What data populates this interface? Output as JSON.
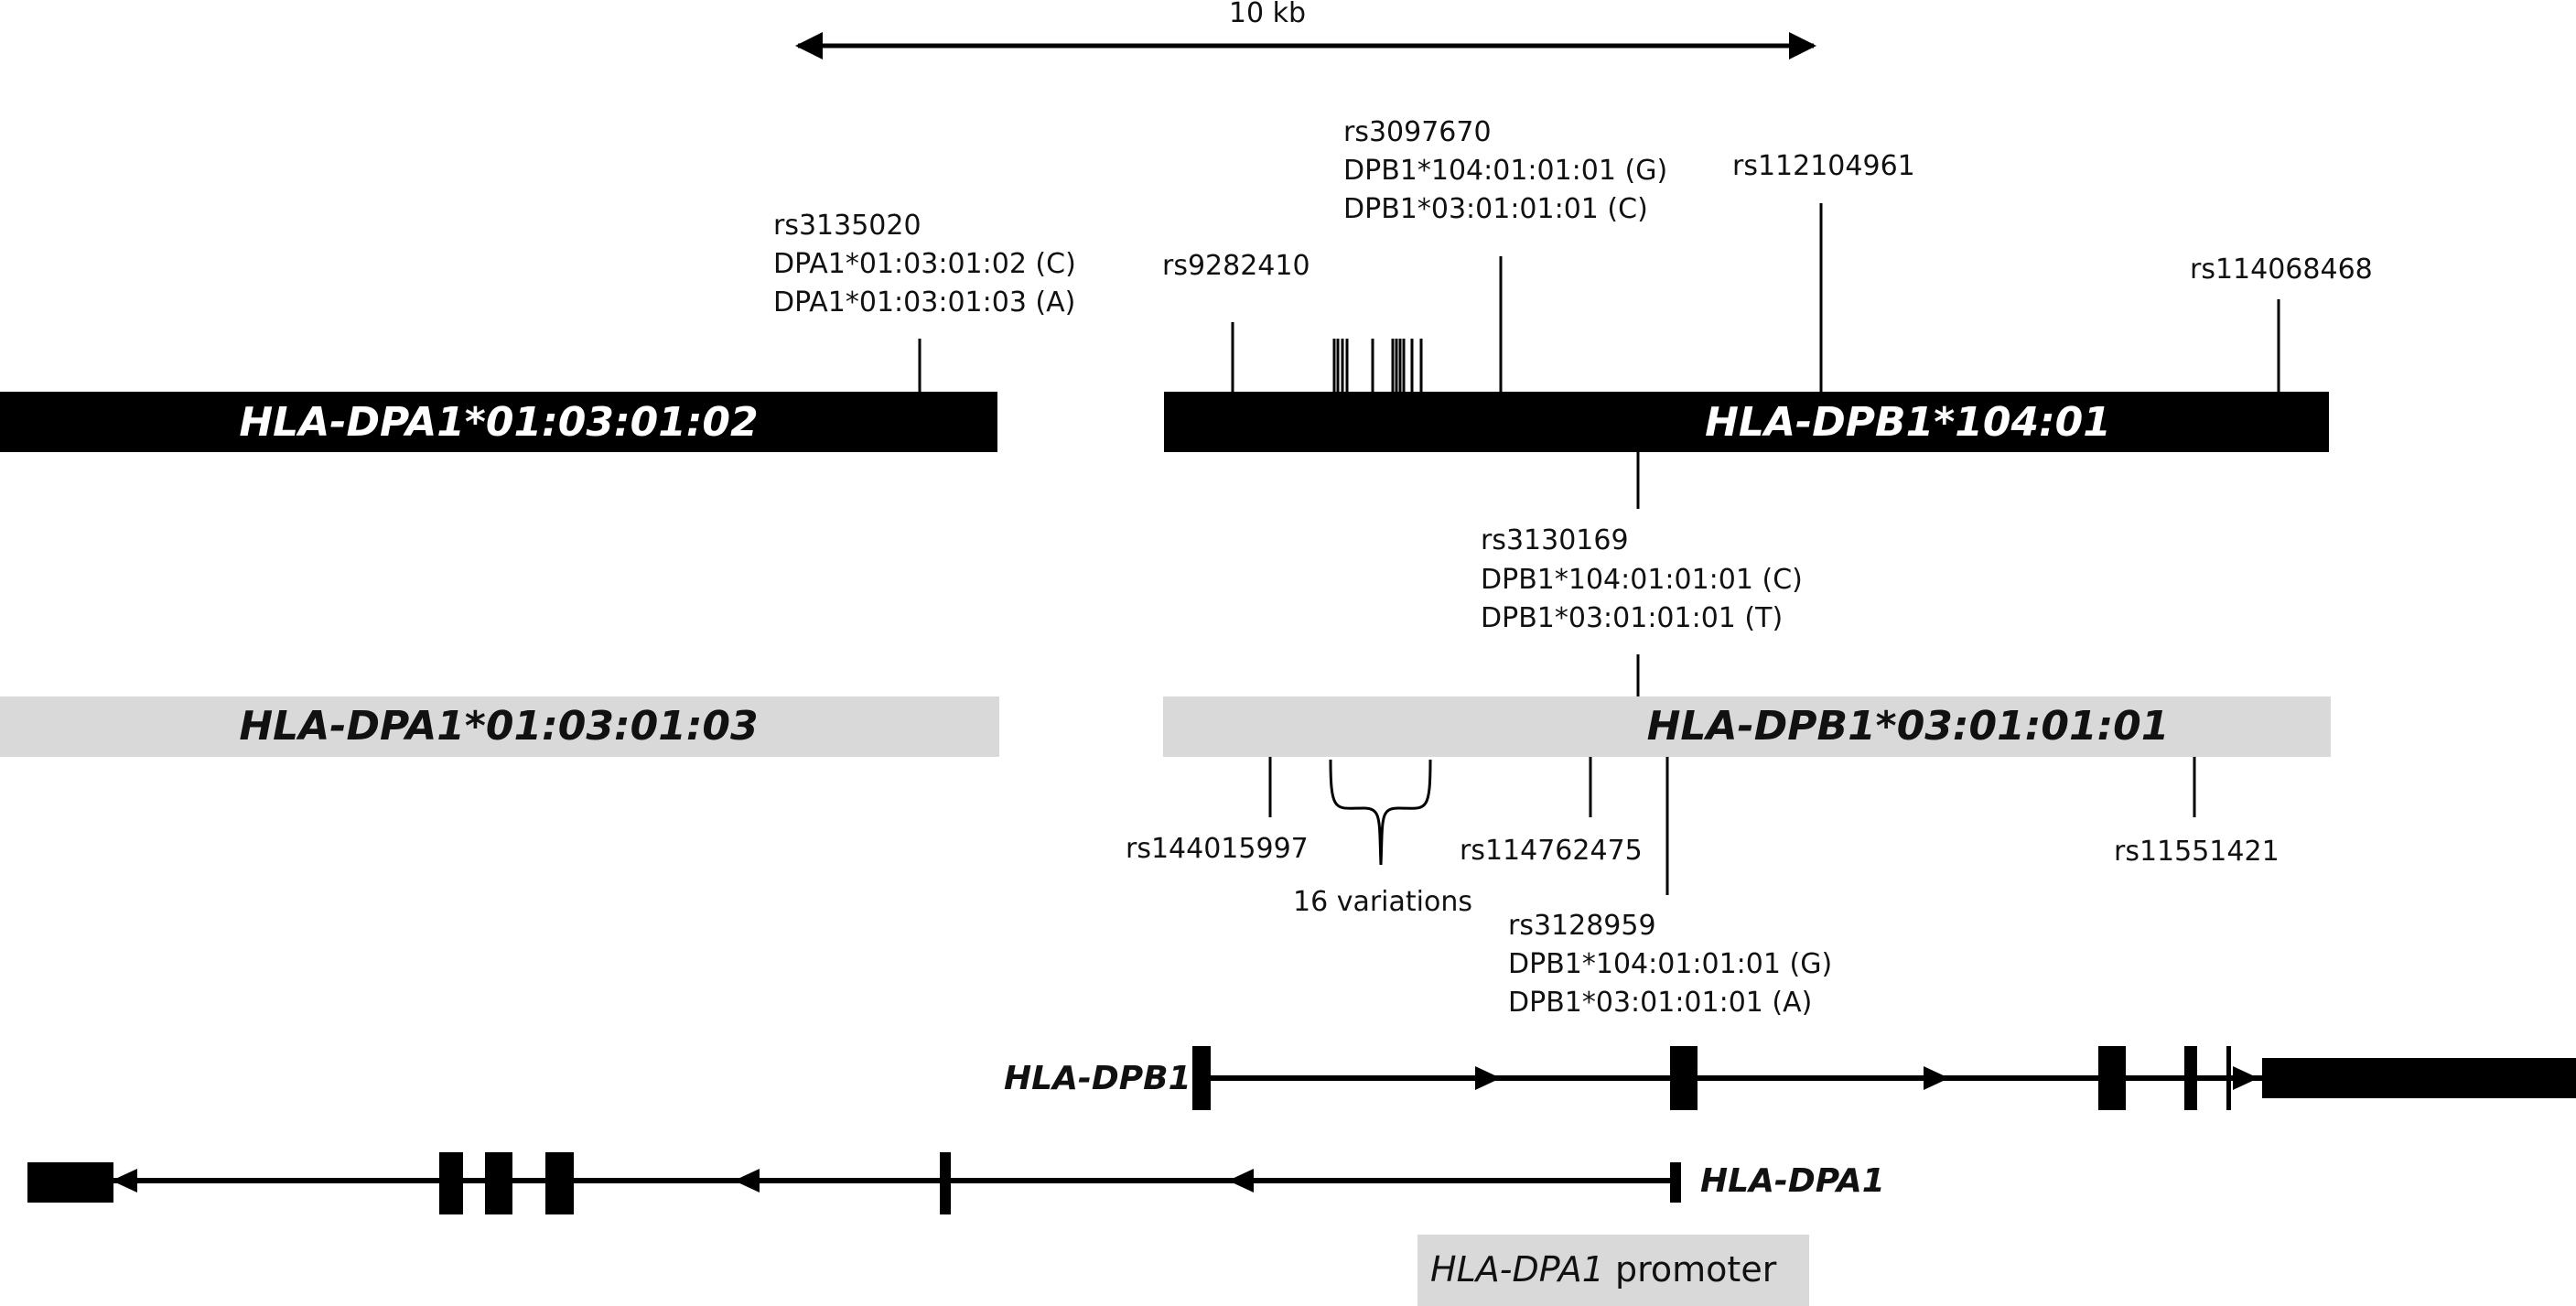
{
  "scale_bar": {
    "label": "10 kb"
  },
  "haplotype_bars": [
    {
      "id": "dpa1-01-03-01-02",
      "label": "HLA-DPA1*01:03:01:02",
      "fill": "#000000",
      "text_color": "#ffffff"
    },
    {
      "id": "dpb1-104-01",
      "label": "HLA-DPB1*104:01",
      "fill": "#000000",
      "text_color": "#ffffff"
    },
    {
      "id": "dpa1-01-03-01-03",
      "label": "HLA-DPA1*01:03:01:03",
      "fill": "#d9d9d9",
      "text_color": "#111111"
    },
    {
      "id": "dpb1-03-01-01-01",
      "label": "HLA-DPB1*03:01:01:01",
      "fill": "#d9d9d9",
      "text_color": "#111111"
    }
  ],
  "snp_labels": {
    "rs3135020": [
      "rs3135020",
      "DPA1*01:03:01:02 (C)",
      "DPA1*01:03:01:03 (A)"
    ],
    "rs9282410": [
      "rs9282410"
    ],
    "rs3097670": [
      "rs3097670",
      "DPB1*104:01:01:01 (G)",
      "DPB1*03:01:01:01 (C)"
    ],
    "rs112104961": [
      "rs112104961"
    ],
    "rs114068468": [
      "rs114068468"
    ],
    "rs3130169": [
      "rs3130169",
      "DPB1*104:01:01:01 (C)",
      "DPB1*03:01:01:01 (T)"
    ],
    "rs144015997": [
      "rs144015997"
    ],
    "rs114762475": [
      "rs114762475"
    ],
    "rs11551421": [
      "rs11551421"
    ],
    "variations": [
      "16 variations"
    ],
    "rs3128959": [
      "rs3128959",
      "DPB1*104:01:01:01 (G)",
      "DPB1*03:01:01:01 (A)"
    ]
  },
  "genes": {
    "dpb1": {
      "label": "HLA-DPB1"
    },
    "dpa1": {
      "label": "HLA-DPA1"
    }
  },
  "promoter": {
    "label_italic": "HLA-DPA1",
    "label_rest": " promoter",
    "fill": "#d9d9d9"
  }
}
